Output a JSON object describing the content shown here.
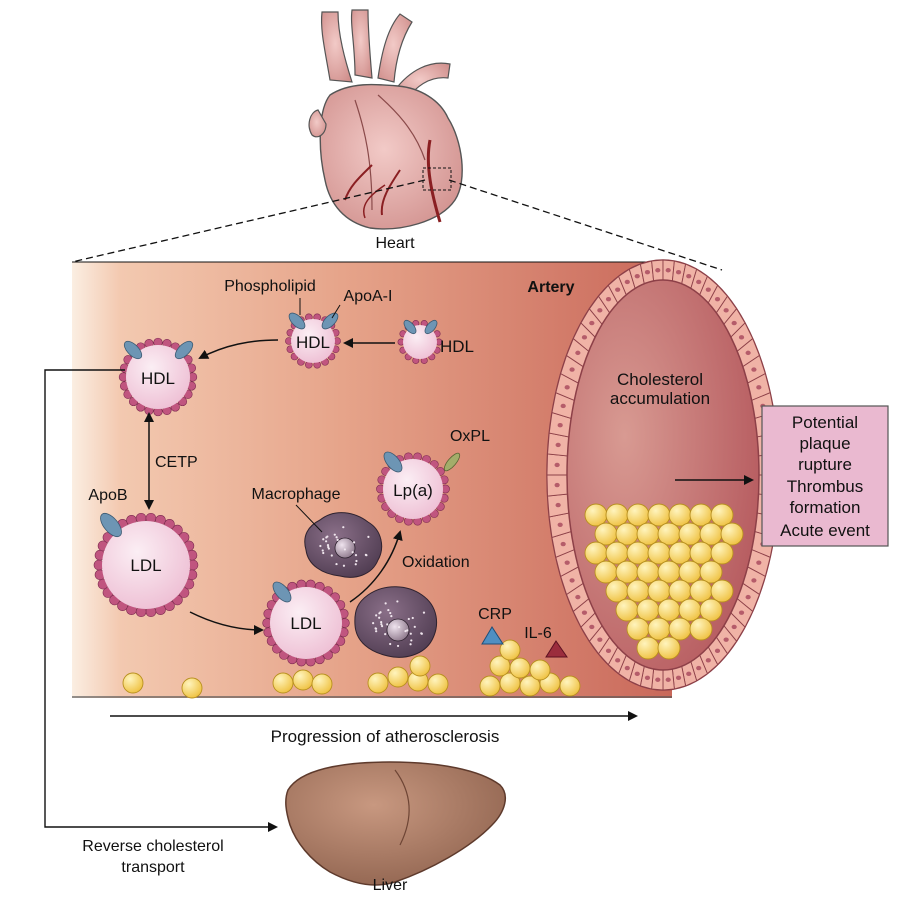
{
  "labels": {
    "heart": "Heart",
    "artery": "Artery",
    "phospholipid": "Phospholipid",
    "apoa1": "ApoA-I",
    "hdl": "HDL",
    "hdl_nascent": "HDL",
    "hdl_mature": "HDL",
    "cetp": "CETP",
    "apob": "ApoB",
    "ldl": "LDL",
    "ldl_entering": "LDL",
    "macrophage": "Macrophage",
    "oxpl": "OxPL",
    "lpa": "Lp(a)",
    "oxidation": "Oxidation",
    "crp": "CRP",
    "il6": "IL-6",
    "cholesterol_accumulation_1": "Cholesterol",
    "cholesterol_accumulation_2": "accumulation",
    "outcome_1": "Potential",
    "outcome_2": "plaque",
    "outcome_3": "rupture",
    "outcome_4": "Thrombus",
    "outcome_5": "formation",
    "outcome_6": "Acute event",
    "progression": "Progression of atherosclerosis",
    "reverse_1": "Reverse cholesterol",
    "reverse_2": "transport",
    "liver": "Liver"
  },
  "colors": {
    "artery_light": "#f6dccb",
    "artery_dark": "#c9685a",
    "particle_pink": "#f3d2e2",
    "particle_bead": "#c0557f",
    "apoa_blue": "#6d95b4",
    "lipid_yellow": "#f5cf55",
    "crp_blue": "#4f8fc2",
    "il6_red": "#9b2d3d",
    "outcome_box": "#eab9d0",
    "liver_brown": "#9a6b55",
    "heart_pink": "#e4aaa6"
  }
}
